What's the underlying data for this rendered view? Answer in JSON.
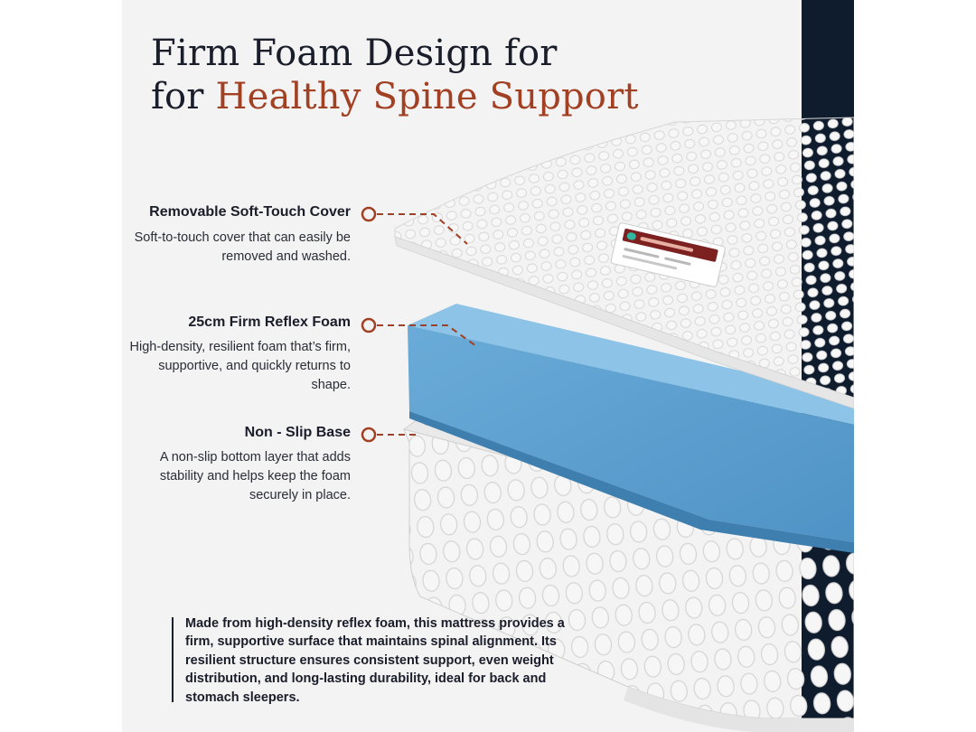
{
  "title": {
    "line1": "Firm Foam Design for",
    "line2_prefix": "for ",
    "line2_highlight": "Healthy Spine Support"
  },
  "features": [
    {
      "heading": "Removable Soft-Touch Cover",
      "description": "Soft-to-touch cover that can easily be removed and washed."
    },
    {
      "heading": "25cm Firm Reflex Foam",
      "description": "High-density, resilient foam that’s firm, supportive, and quickly returns to shape."
    },
    {
      "heading": "Non - Slip Base",
      "description": "A non-slip bottom layer that adds stability and helps keep the foam securely in place."
    }
  ],
  "summary": "Made from high-density reflex foam, this mattress provides a firm, supportive surface that maintains spinal alignment. Its resilient structure ensures consistent support, even weight distribution, and long-lasting durability, ideal for back and stomach sleepers.",
  "colors": {
    "accent": "#a24024",
    "navy": "#0f1c2e",
    "background": "#f3f3f3",
    "foam_blue": "#5a9fcf",
    "text": "#1a1d2a"
  }
}
